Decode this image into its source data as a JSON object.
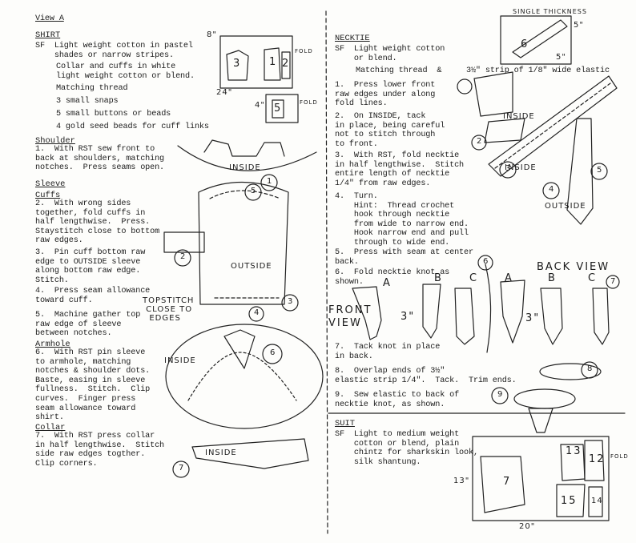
{
  "left": {
    "view": "View A",
    "shirt_head": "SHIRT",
    "shirt_sf": "SF  Light weight cotton in pastel\n    shades or narrow stripes.",
    "shirt_collar": "Collar and cuffs in white\nlight weight cotton or blend.",
    "shirt_thread": "Matching thread",
    "shirt_snaps": "3 small snaps",
    "shirt_buttons": "5 small buttons or beads",
    "shirt_beads": "4 gold seed beads for cuff links",
    "shoulder_head": "Shoulder",
    "shoulder_text": "1.  With RST sew front to\nback at shoulders, matching\nnotches.  Press seams open.",
    "sleeve_head": "Sleeve",
    "cuffs_head": "Cuffs",
    "cuffs_text": "2.  With wrong sides\ntogether, fold cuffs in\nhalf lengthwise.  Press.\nStaystitch close to bottom\nraw edges.",
    "step3": "3.  Pin cuff bottom raw\nedge to OUTSIDE sleeve\nalong bottom raw edge.\nStitch.",
    "step4": "4.  Press seam allowance\ntoward cuff.",
    "step5": "5.  Machine gather top\nraw edge of sleeve\nbetween notches.",
    "armhole_head": "Armhole",
    "step6": "6.  With RST pin sleeve\nto armhole, matching\nnotches & shoulder dots.\nBaste, easing in sleeve\nfullness.  Stitch.  Clip\ncurves.  Finger press\nseam allowance toward\nshirt.",
    "collar_head": "Collar",
    "step7": "7.  With RST press collar\nin half lengthwise.  Stitch\nside raw edges togther.\nClip corners."
  },
  "right": {
    "necktie_head": "NECKTIE",
    "necktie_sf": "SF  Light weight cotton\n    or blend.",
    "necktie_thread": "Matching thread  &",
    "necktie_elastic": "3½\" strip of 1/8\" wide elastic",
    "n1": "1.  Press lower front\nraw edges under along\nfold lines.",
    "n2": "2.  On INSIDE, tack\nin place, being careful\nnot to stitch through\nto front.",
    "n3": "3.  With RST, fold necktie\nin half lengthwise.  Stitch\nentire length of necktie\n1/4\" from raw edges.",
    "n4": "4.  Turn.\n    Hint:  Thread crochet\n    hook through necktie\n    from wide to narrow end.\n    Hook narrow end and pull\n    through to wide end.",
    "n5": "5.  Press with seam at center\nback.",
    "n6": "6.  Fold necktie knot as\nshown.",
    "n7": "7.  Tack knot in place\nin back.",
    "n8": "8.  Overlap ends of 3½\"\nelastic strip 1/4\".  Tack.  Trim ends.",
    "n9": "9.  Sew elastic to back of\nnecktie knot, as shown.",
    "suit_head": "SUIT",
    "suit_sf": "SF  Light to medium weight\n    cotton or blend, plain\n    chintz for sharkskin look,\n    silk shantung."
  },
  "labels": {
    "single_thickness": "SINGLE THICKNESS",
    "five_in": "5\"",
    "five_in_b": "5\"",
    "eight_in": "8\"",
    "twenty_four": "24\"",
    "four_in": "4\"",
    "fold": "FOLD",
    "fold2": "FOLD",
    "fold3": "FOLD",
    "inside1": "INSIDE",
    "inside2": "INSIDE",
    "inside3": "INSIDE",
    "inside4": "INSIDE",
    "inside_collar": "INSIDE",
    "outside1": "OUTSIDE",
    "outside2": "OUTSIDE",
    "topstitch": "TOPSTITCH\n CLOSE TO\n  EDGES",
    "back_view": "BACK VIEW",
    "front_view": "FRONT\nVIEW",
    "three_in": "3\"",
    "three_in_b": "3\"",
    "thirteen": "13\"",
    "twenty": "20\"",
    "letters": [
      "A",
      "B",
      "C",
      "A",
      "B",
      "C"
    ],
    "piece_nums": [
      "3",
      "1",
      "2",
      "5",
      "6",
      "7",
      "13",
      "12",
      "15",
      "14"
    ],
    "steps": [
      "1",
      "2",
      "3",
      "4",
      "5",
      "6",
      "7",
      "2",
      "3",
      "4",
      "5",
      "6",
      "7",
      "8",
      "9"
    ]
  }
}
